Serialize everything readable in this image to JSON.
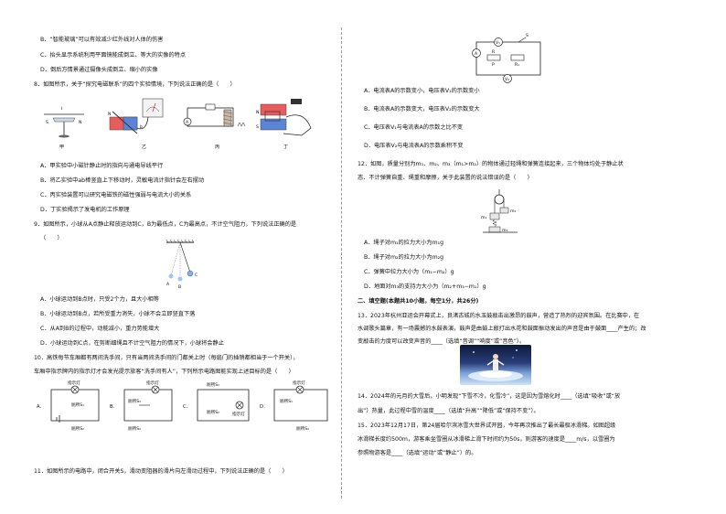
{
  "left": {
    "q7_opts": {
      "B": "B．“智能玻璃”可以有效减少红外线对人体的伤害",
      "C": "C．抬头显示系统利用平面镜能成倒立、等大的实像的特点",
      "D": "D．倒后方情景通过摄像头成倒立、缩小的实像"
    },
    "q8": {
      "stem": "8．如图所示，关于“探究电磁联系”的四个实验情境，下列说法正确的是（　　）",
      "fig_labels": [
        "甲",
        "乙",
        "丙",
        "丁"
      ],
      "A": "A．甲实验中小磁针静止时的指向与通电导线平行",
      "B": "B．将乙实验中ab棒竖直上下移动时，灵敏电流计指针会左右摆动",
      "C": "C．丙实验装置可以研究电磁铁的磁性强弱与电流大小的关系",
      "D": "D．丁实验揭示了发电机的工作原理"
    },
    "q9": {
      "stem": "9．如图所示，小球从A点静止释放运动到C，B为最低点，C为最高点，不计空气阻力，下列说法正确的是",
      "paren": "（　　）",
      "fig_labels": [
        "A",
        "B",
        "C"
      ],
      "A": "A．小球运动到B点时，只受2个力，且大小相等",
      "B": "B．小球运动到B点，若所受重力消失，小球不会立即竖直下落",
      "C": "C．从A到B的过程中，动能减小，重力势能增大",
      "D": "D．小球运动到C点，在剪断细绳且不计空气阻力的情况下，小球将会静止"
    },
    "q10": {
      "stem1": "10．高铁每节车厢都有两间洗手间，只有当两间洗手间的门都关上时（每扇门的插销都相当于一个开关），",
      "stem2": "车厢中指示牌内的指示灯才会发光提示旅客“洗手间有人”，下列所示电路图能实现上述目标的是（　　）",
      "opts": [
        "A．",
        "B．",
        "C．",
        "D．"
      ],
      "lamp": "指示灯",
      "s1": "厕所S₁",
      "s2": "厕所S₂"
    },
    "q11": {
      "stem": "11．如图所示的电路中，闭合开关S，滑动变阻器的滑片向左滑动过程中，下列说法正确的是（　　）"
    }
  },
  "right": {
    "q11_fig": [
      "A",
      "V₁",
      "S",
      "P",
      "R",
      "R₁",
      "V₂"
    ],
    "q11_opts": {
      "A": "A．电流表A的示数变小，电压表V₁的示数变小",
      "B": "B．电流表A的示数变大，电压表V₂的示数变大",
      "C": "C．电压表V₁与电流表A的示数之比不变",
      "D": "D．电压表V₂与电流表A的示数乘积不变"
    },
    "q12": {
      "stem1": "12．如图，质量分别为m₁、m₂、m₃（m₁>m₂）的物体通过轻绳和弹簧连接起来，三个物体均处于静止状",
      "stem2": "态．不计弹簧自重、绳重和摩擦，关于此装置的说法错误的是（　　）",
      "fig_labels": [
        "m₁",
        "m₂",
        "m₃"
      ],
      "A": "A．绳子对m₁的拉力大小为m₁g",
      "B": "B．绳子对m₂的拉力大小为m₂g",
      "C": "C．弹簧中拉力大小为（m₁−m₂）g",
      "D": "D．地面对m₃的支持力大小为（m₂+m₃−m₁）g"
    },
    "section2": "二、填空题(本题共10小题，每空1分，共26分)",
    "q13": {
      "l1": "13．2023年杭州亚运会开幕式上，良渚古城的水玉鼓敲击出激昂的鼓声，营造了热烈的迎宾氛围。在比赛中，在",
      "l2": "水调歌头篇章，有一场震撼的水鼓表演，鼓声是由鼓上敲打出水花和鼓面振动发出的声音是由于鼓面____产生的；改",
      "l3": "变敲击的力度可以改变声音的____（选填“音调”“响度”或“音色”）。"
    },
    "q14": {
      "l1": "14．2024年的元月的大雪后，小明发现“下雪不冷，化雪冷”，这是因为雪熔化时____（选填“吸收”或“放",
      "l2": "出”）热量，此过程中雪的温度____（选填“升高”“降低”或“保持不变”）。"
    },
    "q15": {
      "l1": "15．2023年12月17日，第24届哈尔滨冰雪大世界试开园，今年再次推出了最长最极冰滑梯。如图超级",
      "l2": "冰滑梯长度约500m，游客乘坐雪圈从冰滑梯上滑下时间约为50s，则游客的速度是____m/s，以雪圈为",
      "l3": "参照物游客是____（选填“运动”或“静止”）的。"
    }
  }
}
